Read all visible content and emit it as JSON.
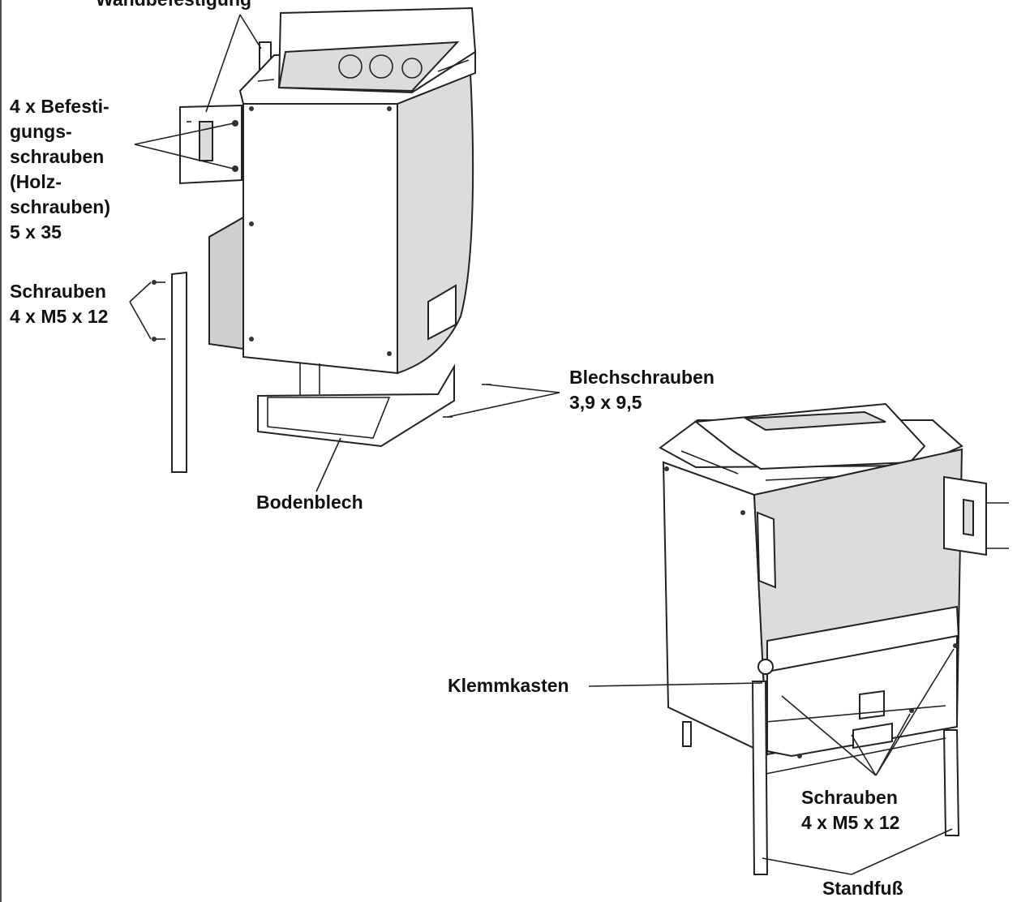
{
  "labels": {
    "top_partial": "Wandbefestigung",
    "befestigung": [
      "4 x Befesti-",
      "gungs-",
      "schrauben",
      "(Holz-",
      "schrauben)",
      "5 x 35"
    ],
    "schrauben_left": [
      "Schrauben",
      "4 x M5 x 12"
    ],
    "blechschrauben": [
      "Blechschrauben",
      "3,9 x 9,5"
    ],
    "bodenblech": "Bodenblech",
    "klemmkasten": "Klemmkasten",
    "schrauben_right": [
      "Schrauben",
      "4 x M5 x 12"
    ],
    "standfuss": "Standfuß"
  }
}
